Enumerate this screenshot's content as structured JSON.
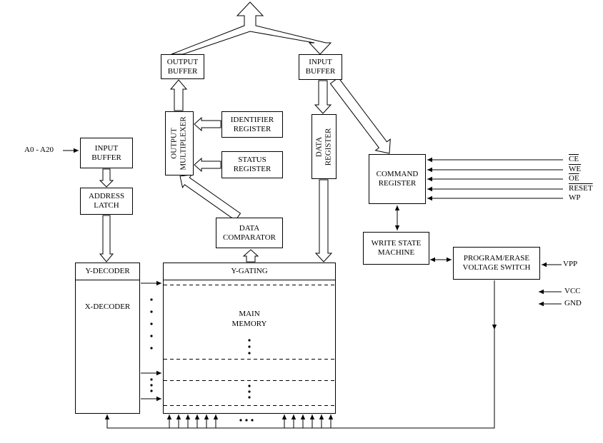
{
  "diagram": {
    "boxes": {
      "output_buffer": "OUTPUT BUFFER",
      "input_buffer_top": "INPUT BUFFER",
      "output_multiplexer": "OUTPUT MULTIPLEXER",
      "identifier_register": "IDENTIFIER REGISTER",
      "status_register": "STATUS REGISTER",
      "data_register": "DATA REGISTER",
      "command_register": "COMMAND REGISTER",
      "input_buffer_left": "INPUT BUFFER",
      "address_latch": "ADDRESS LATCH",
      "data_comparator": "DATA COMPARATOR",
      "write_state_machine": "WRITE STATE MACHINE",
      "voltage_switch": "PROGRAM/ERASE VOLTAGE SWITCH",
      "y_decoder": "Y-DECODER",
      "x_decoder": "X-DECODER",
      "y_gating": "Y-GATING",
      "main_memory": "MAIN MEMORY"
    },
    "signals": {
      "address": "A0 - A20",
      "ce": "CE",
      "we": "WE",
      "oe": "OE",
      "reset": "RESET",
      "wp": "WP",
      "vpp": "VPP",
      "vcc": "VCC",
      "gnd": "GND"
    },
    "colors": {
      "line": "#000000",
      "background": "#ffffff"
    }
  }
}
